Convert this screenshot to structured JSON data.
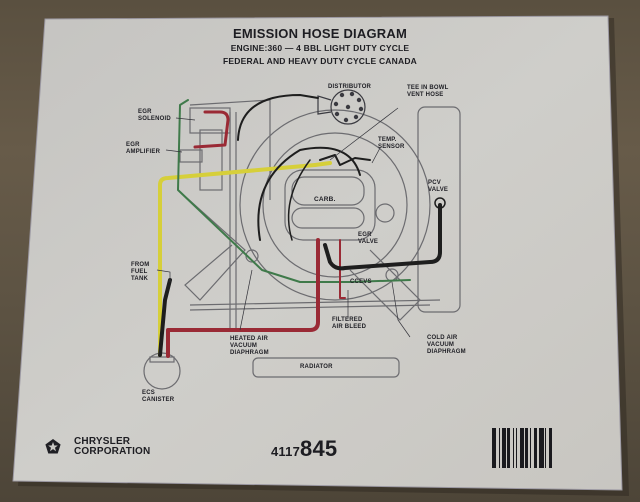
{
  "header": {
    "title": "EMISSION HOSE DIAGRAM",
    "line2": "ENGINE:360 — 4 BBL  LIGHT DUTY CYCLE",
    "line3": "FEDERAL AND HEAVY DUTY CYCLE CANADA"
  },
  "labels": {
    "egr_solenoid": [
      "EGR",
      "SOLENOID"
    ],
    "egr_amplifier": [
      "EGR",
      "AMPLIFIER"
    ],
    "distributor": "DISTRIBUTOR",
    "tee_bowl_vent": [
      "TEE IN BOWL",
      "VENT HOSE"
    ],
    "temp_sensor": [
      "TEMP.",
      "SENSOR"
    ],
    "carb": "CARB.",
    "pcv_valve": [
      "PCV",
      "VALVE"
    ],
    "egr_valve": [
      "EGR",
      "VALVE"
    ],
    "from_fuel_tank": [
      "FROM",
      "FUEL",
      "TANK"
    ],
    "cceys": "CCEVS",
    "filtered_air_bleed": [
      "FILTERED",
      "AIR BLEED"
    ],
    "heated_air_vacuum_diaphragm": [
      "HEATED AIR",
      "VACUUM",
      "DIAPHRAGM"
    ],
    "cold_air_vacuum_diaphragm": [
      "COLD AIR",
      "VACUUM",
      "DIAPHRAGM"
    ],
    "radiator": "RADIATOR",
    "ecs_canister": [
      "ECS",
      "CANISTER"
    ]
  },
  "footer": {
    "company_line1": "CHRYSLER",
    "company_line2": "CORPORATION",
    "part_prefix": "4117",
    "part_suffix": "845",
    "logo_icon": "pentastar-icon"
  },
  "colors": {
    "card": "#c9c8c4",
    "ink": "#1d1d22",
    "yellow_hose": "#d6cf3a",
    "red_hose": "#9a2a35",
    "green_hose": "#3f7a4a",
    "black_hose": "#1e1e1e",
    "wood": "#5e5445"
  },
  "barcode": [
    3,
    2,
    1,
    1,
    3,
    1,
    2,
    2,
    1,
    1,
    1,
    2,
    3,
    1,
    2,
    1,
    1,
    2,
    2,
    2,
    3,
    1,
    1,
    2,
    2
  ]
}
